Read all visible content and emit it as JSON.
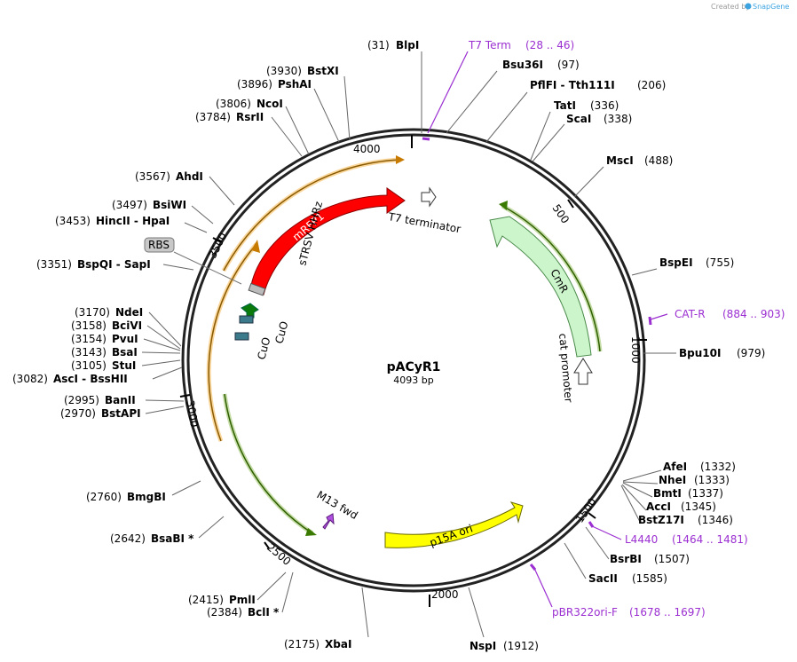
{
  "credit": {
    "prefix": "Created by",
    "brand": "SnapGene"
  },
  "plasmid": {
    "name": "pACyR1",
    "length_label": "4093 bp",
    "length_bp": 4093
  },
  "ticks": [
    "4000",
    "500",
    "1000",
    "1500",
    "2000",
    "2500",
    "3000",
    "3500"
  ],
  "enzymes": [
    {
      "pos": "(31)",
      "name": "BlpI"
    },
    {
      "pos": "(97)",
      "name": "Bsu36I"
    },
    {
      "pos": "(206)",
      "name": "PflFI - Tth111I"
    },
    {
      "pos": "(336)",
      "name": "TatI"
    },
    {
      "pos": "(338)",
      "name": "ScaI"
    },
    {
      "pos": "(488)",
      "name": "MscI"
    },
    {
      "pos": "(755)",
      "name": "BspEI"
    },
    {
      "pos": "(979)",
      "name": "Bpu10I"
    },
    {
      "pos": "(1332)",
      "name": "AfeI"
    },
    {
      "pos": "(1333)",
      "name": "NheI"
    },
    {
      "pos": "(1337)",
      "name": "BmtI"
    },
    {
      "pos": "(1345)",
      "name": "AccI"
    },
    {
      "pos": "(1346)",
      "name": "BstZ17I"
    },
    {
      "pos": "(1507)",
      "name": "BsrBI"
    },
    {
      "pos": "(1585)",
      "name": "SacII"
    },
    {
      "pos": "(1912)",
      "name": "NspI"
    },
    {
      "pos": "(2175)",
      "name": "XbaI"
    },
    {
      "pos": "(2384)",
      "name": "BclI *"
    },
    {
      "pos": "(2415)",
      "name": "PmlI"
    },
    {
      "pos": "(2642)",
      "name": "BsaBI *"
    },
    {
      "pos": "(2760)",
      "name": "BmgBI"
    },
    {
      "pos": "(2970)",
      "name": "BstAPI"
    },
    {
      "pos": "(2995)",
      "name": "BanII"
    },
    {
      "pos": "(3082)",
      "name": "AscI - BssHII"
    },
    {
      "pos": "(3105)",
      "name": "StuI"
    },
    {
      "pos": "(3143)",
      "name": "BsaI"
    },
    {
      "pos": "(3154)",
      "name": "PvuI"
    },
    {
      "pos": "(3158)",
      "name": "BciVI"
    },
    {
      "pos": "(3170)",
      "name": "NdeI"
    },
    {
      "pos": "(3351)",
      "name": "BspQI - SapI"
    },
    {
      "pos": "(3453)",
      "name": "HincII - HpaI"
    },
    {
      "pos": "(3497)",
      "name": "BsiWI"
    },
    {
      "pos": "(3567)",
      "name": "AhdI"
    },
    {
      "pos": "(3784)",
      "name": "RsrII"
    },
    {
      "pos": "(3806)",
      "name": "NcoI"
    },
    {
      "pos": "(3896)",
      "name": "PshAI"
    },
    {
      "pos": "(3930)",
      "name": "BstXI"
    }
  ],
  "primers": [
    {
      "name": "T7 Term",
      "range": "(28 .. 46)"
    },
    {
      "name": "CAT-R",
      "range": "(884 .. 903)"
    },
    {
      "name": "L4440",
      "range": "(1464 .. 1481)"
    },
    {
      "name": "pBR322ori-F",
      "range": "(1678 .. 1697)"
    }
  ],
  "features": {
    "mrfp1": "mRFP1",
    "t7term": "T7 terminator",
    "cmr": "CmR",
    "catprom": "cat promoter",
    "p15a": "p15A ori",
    "m13": "M13 fwd",
    "sTRSV": "sTRSV HHRz",
    "cuo1": "CuO",
    "cuo2": "CuO",
    "rbs": "RBS"
  },
  "colors": {
    "mrfp1": "#ff0000",
    "cmr": "#ccf5cc",
    "p15a": "#ffff00",
    "orange_arc": "#f5a623",
    "green_arc": "#5a9a00",
    "primer": "#9b2fd1",
    "backbone": "#222222"
  }
}
